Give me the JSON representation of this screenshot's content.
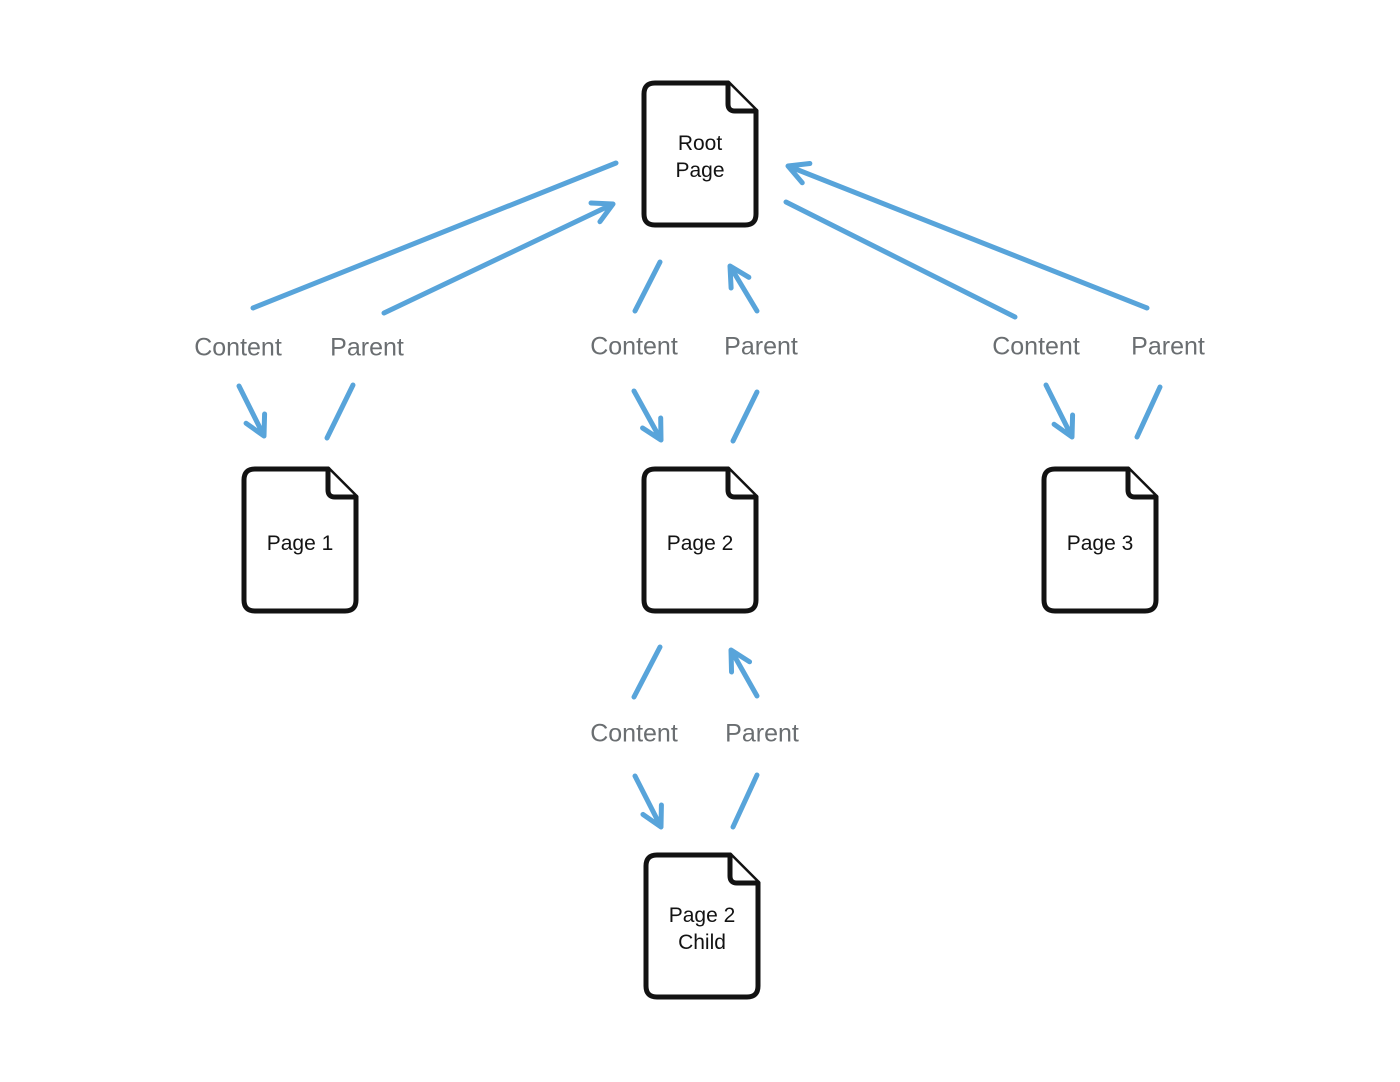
{
  "diagram": {
    "nodes": {
      "root": {
        "lines": [
          "Root",
          "Page"
        ]
      },
      "page1": {
        "lines": [
          "Page 1"
        ]
      },
      "page2": {
        "lines": [
          "Page 2"
        ]
      },
      "page3": {
        "lines": [
          "Page 3"
        ]
      },
      "page2_child": {
        "lines": [
          "Page 2",
          "Child"
        ]
      }
    },
    "edge_labels": {
      "content": "Content",
      "parent": "Parent"
    },
    "colors": {
      "arrow": "#58a4da",
      "edge_label_text": "#6a6e71",
      "node_outline": "#121212",
      "node_text": "#131313",
      "background": "#ffffff"
    }
  }
}
